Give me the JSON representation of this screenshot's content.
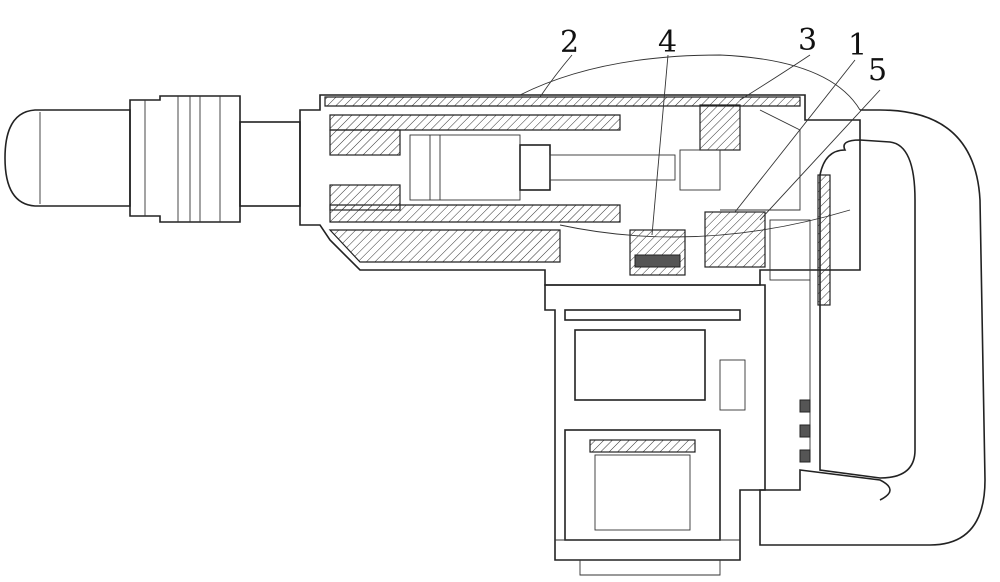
{
  "figure": {
    "type": "patent drawing - hammer drill cross-section",
    "labels": [
      "2",
      "4",
      "3",
      "1",
      "5"
    ]
  }
}
